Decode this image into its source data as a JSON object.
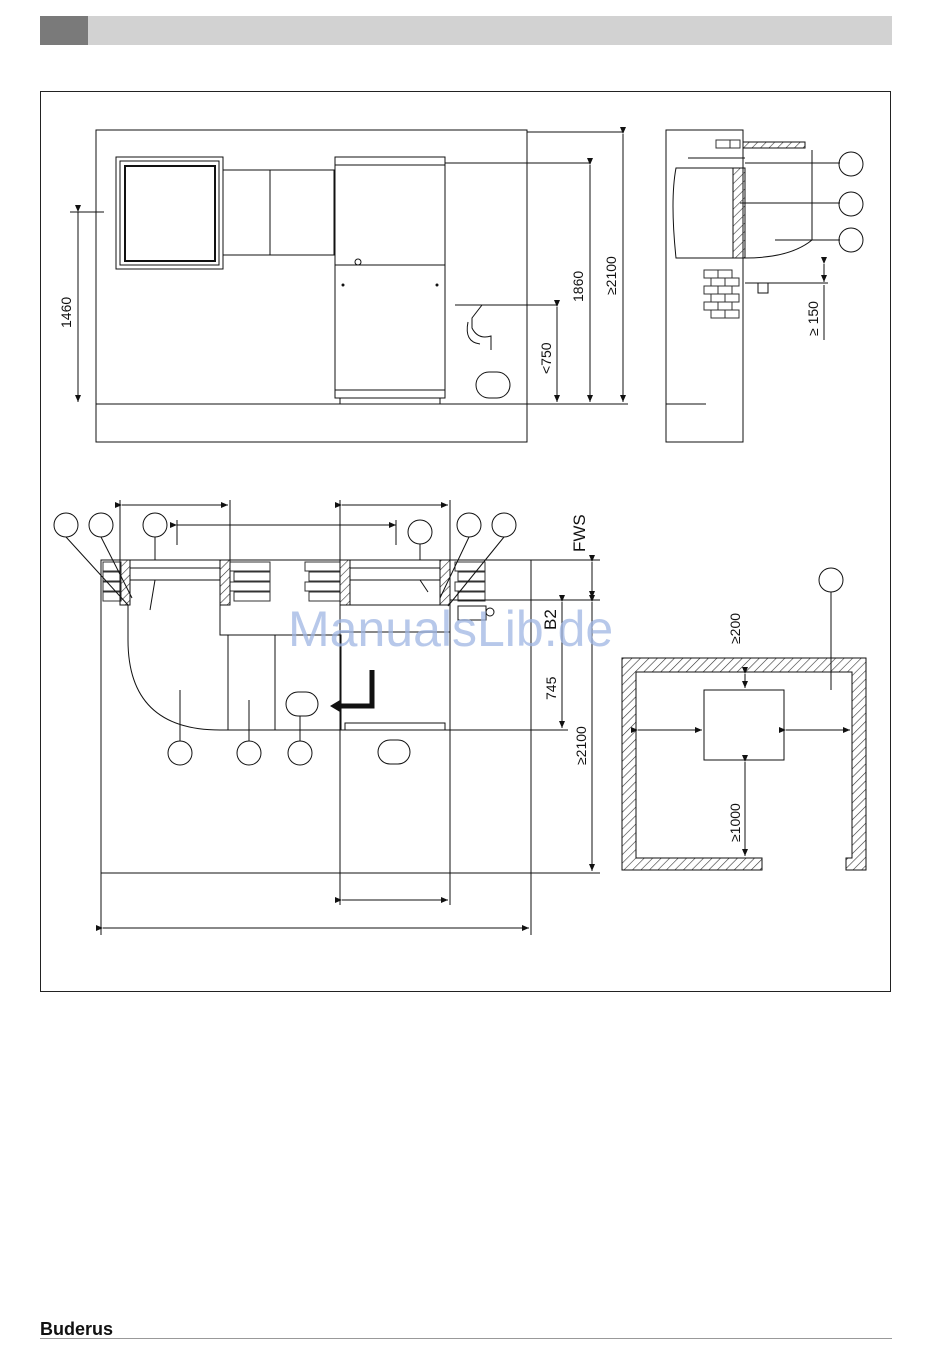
{
  "dimensions": {
    "h1460": "1460",
    "h1860": "1860",
    "h2100_side": "≥2100",
    "h750": "<750",
    "gap150": "≥ 150",
    "fws": "FWS",
    "b2": "B2",
    "d745": "745",
    "d2100_plan": "≥2100",
    "d200": "≥200",
    "d1000": "≥1000"
  },
  "watermark": "ManualsLib.de",
  "footer": {
    "brand": "Buderus"
  }
}
